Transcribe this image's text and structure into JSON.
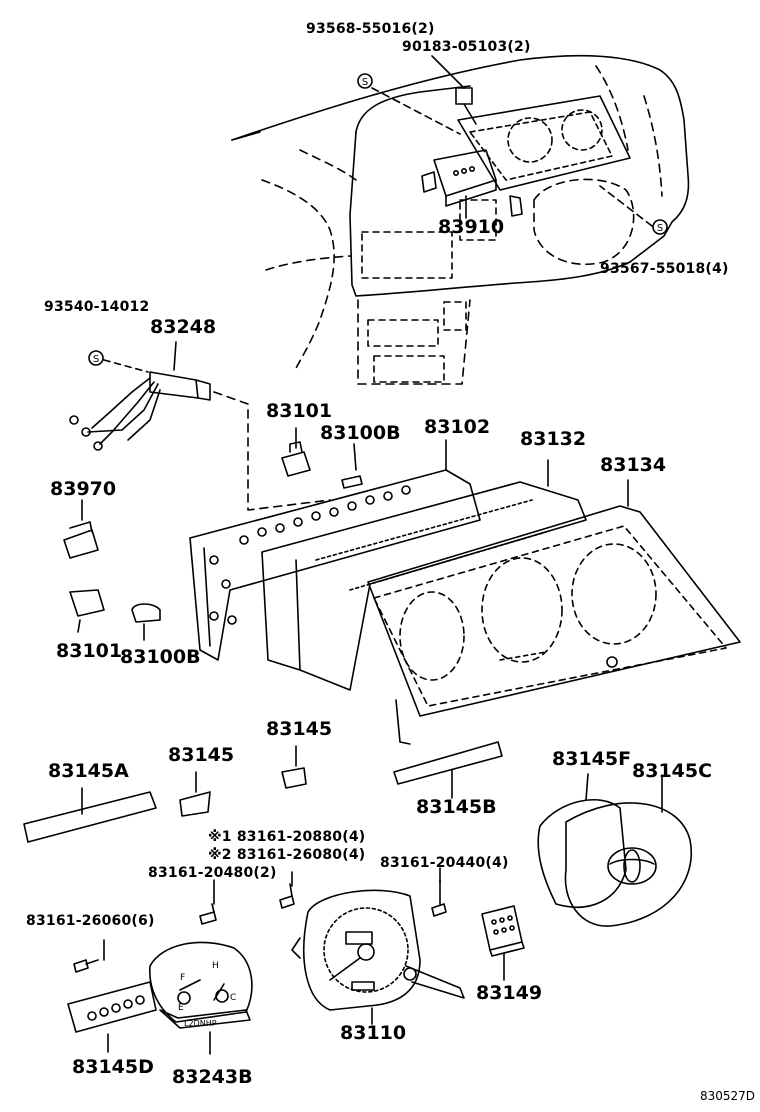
{
  "labels": {
    "p93568": "93568-55016(2)",
    "p90183": "90183-05103(2)",
    "p83910": "83910",
    "p93567": "93567-55018(4)",
    "p93540": "93540-14012",
    "p83248": "83248",
    "p83101_top": "83101",
    "p83100B_top": "83100B",
    "p83102": "83102",
    "p83132": "83132",
    "p83134": "83134",
    "p83970": "83970",
    "p83101_bot": "83101",
    "p83100B_bot": "83100B",
    "p83145_mid": "83145",
    "p83145A": "83145A",
    "p83145_left": "83145",
    "p83145B": "83145B",
    "p83145F": "83145F",
    "p83145C": "83145C",
    "p83161_20880": "※1 83161-20880(4)",
    "p83161_26080": "※2 83161-26080(4)",
    "p83161_20480": "83161-20480(2)",
    "p83161_20440": "83161-20440(4)",
    "p83161_26060": "83161-26060(6)",
    "p83149": "83149",
    "p83145D": "83145D",
    "p83243B": "83243B",
    "p83110": "83110"
  },
  "symbols": {
    "s_marker": "S"
  },
  "gauge_text": {
    "fuel_full": "F",
    "fuel_empty": "E",
    "temp_hot": "H",
    "temp_cold": "C",
    "warning_panel": "L2DNHP"
  },
  "diagram_code": "830527D"
}
